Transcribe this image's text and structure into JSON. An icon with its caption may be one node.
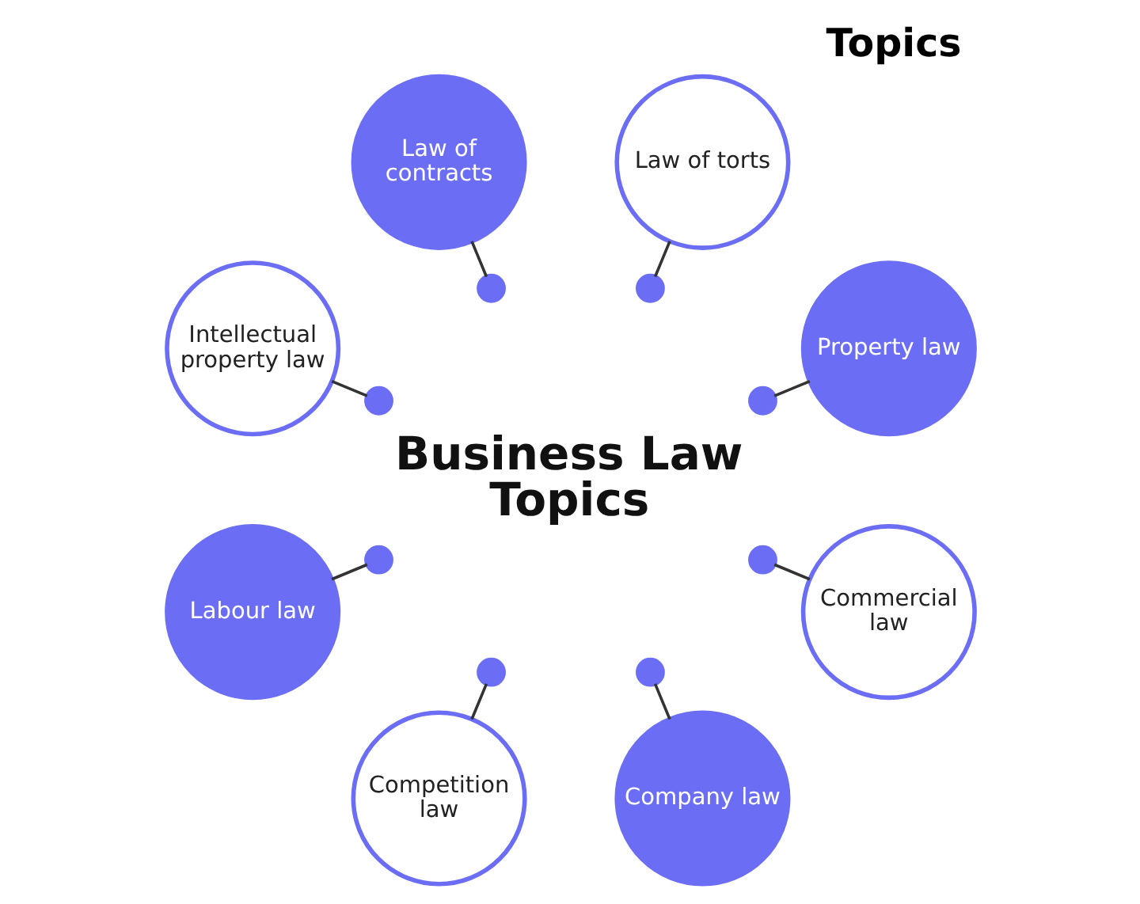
{
  "diagram": {
    "title": "Topics",
    "nodes": [
      {
        "text": [
          "Intellectual property law"
        ]
      },
      {
        "text": [
          "Law of contracts"
        ]
      },
      {
        "text": [
          "Law of torts"
        ]
      },
      {
        "text": [
          "Labour law"
        ]
      },
      {
        "text": [
          "Property law"
        ]
      },
      {
        "text": [
          "Competition law"
        ]
      },
      {
        "text": [
          "Company law"
        ]
      },
      {
        "text": [
          "Commercial law"
        ]
      },
      {
        "text": [],
        "shape": "circle"
      },
      {
        "text": [],
        "shape": "circle"
      },
      {
        "text": [],
        "shape": "circle"
      },
      {
        "text": [],
        "shape": "circle"
      },
      {
        "text": [],
        "shape": "circle"
      },
      {
        "text": [],
        "shape": "circle"
      },
      {
        "text": [],
        "shape": "circle"
      },
      {
        "text": [],
        "shape": "circle"
      }
    ],
    "edges": [
      {
        "from": 0,
        "to": 8,
        "arrow": "none"
      },
      {
        "from": 1,
        "to": 9,
        "arrow": "none"
      },
      {
        "from": 2,
        "to": 10,
        "arrow": "none"
      },
      {
        "from": 3,
        "to": 11,
        "arrow": "none"
      },
      {
        "from": 4,
        "to": 12,
        "arrow": "none"
      },
      {
        "from": 5,
        "to": 13,
        "arrow": "none"
      },
      {
        "from": 6,
        "to": 14,
        "arrow": "none"
      },
      {
        "from": 7,
        "to": 15,
        "arrow": "none"
      }
    ],
    "labels": [
      "Business Law Topics"
    ]
  }
}
